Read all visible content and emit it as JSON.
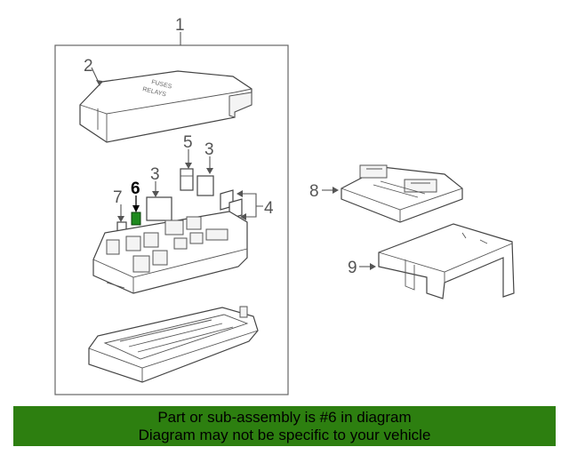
{
  "diagram": {
    "callouts": {
      "c1": "1",
      "c2": "2",
      "c3a": "3",
      "c3b": "3",
      "c4": "4",
      "c5": "5",
      "c6": "6",
      "c7": "7",
      "c8": "8",
      "c9": "9"
    },
    "cover_text_line1": "FUSES",
    "cover_text_line2": "RELAYS",
    "highlight_color": "#1f8a1f"
  },
  "banner": {
    "line1": "Part or sub-assembly is #6 in diagram",
    "line2": "Diagram may not be specific to your vehicle",
    "background": "#2d7f10"
  }
}
